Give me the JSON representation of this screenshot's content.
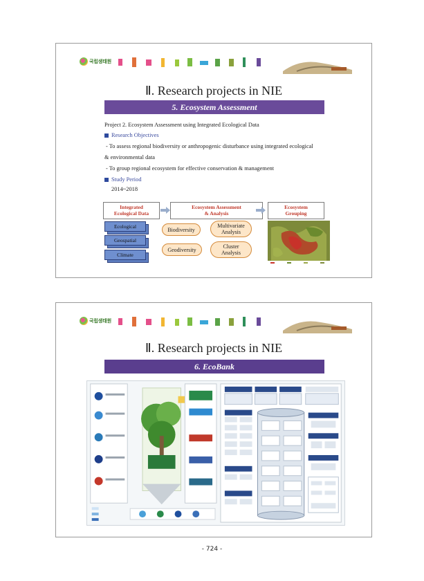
{
  "slide1": {
    "logo_text": "국립생태원",
    "title": "Ⅱ. Research projects in NIE",
    "subtitle": "5. Ecosystem Assessment",
    "project": "Project 2. Ecosystem Assessment using Integrated Ecological Data",
    "objectives_heading": "Research Objectives",
    "objective_1": "- To assess regional biodiversity or anthropogenic disturbance using integrated ecological",
    "objective_1b": "& environmental data",
    "objective_2": "- To group regional ecosystem for effective conservation & management",
    "period_heading": "Study Period",
    "period": "2014~2018",
    "flow": {
      "box1": "Integrated\nEcological Data",
      "box2": "Ecosystem Assessment\n& Analysis",
      "box3": "Ecosystem\nGrouping"
    },
    "data_cards": [
      "Ecological",
      "Geospatial",
      "Climate"
    ],
    "analysis": [
      "Biodiversity",
      "Multivariate\nAnalysis",
      "Geodiversity",
      "Cluster\nAnalysis"
    ]
  },
  "slide2": {
    "logo_text": "국립생태원",
    "title": "Ⅱ. Research projects in NIE",
    "subtitle": "6. EcoBank"
  },
  "page_number": "- 724 -",
  "colors": {
    "purple_bar": "#6a4b9a",
    "blue_card": "#6f8fcf",
    "oval_fill": "#fde6c8",
    "flow_text": "#c0392b"
  }
}
